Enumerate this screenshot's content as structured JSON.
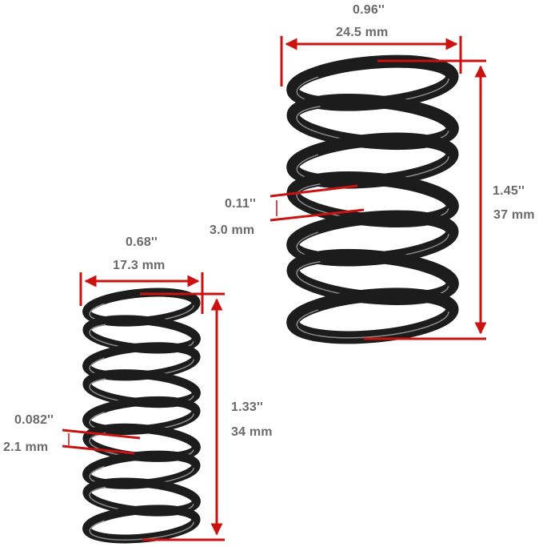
{
  "colors": {
    "dimension_line": "#cc1111",
    "label_text": "#6a6a6a",
    "spring_dark": "#1c1c1c",
    "spring_highlight": "#8a8a8a",
    "background": "#ffffff"
  },
  "large_spring": {
    "diameter_in": "0.96''",
    "diameter_mm": "24.5 mm",
    "wire_in": "0.11''",
    "wire_mm": "3.0 mm",
    "height_in": "1.45''",
    "height_mm": "37 mm"
  },
  "small_spring": {
    "diameter_in": "0.68''",
    "diameter_mm": "17.3 mm",
    "wire_in": "0.082''",
    "wire_mm": "2.1 mm",
    "height_in": "1.33''",
    "height_mm": "34 mm"
  }
}
